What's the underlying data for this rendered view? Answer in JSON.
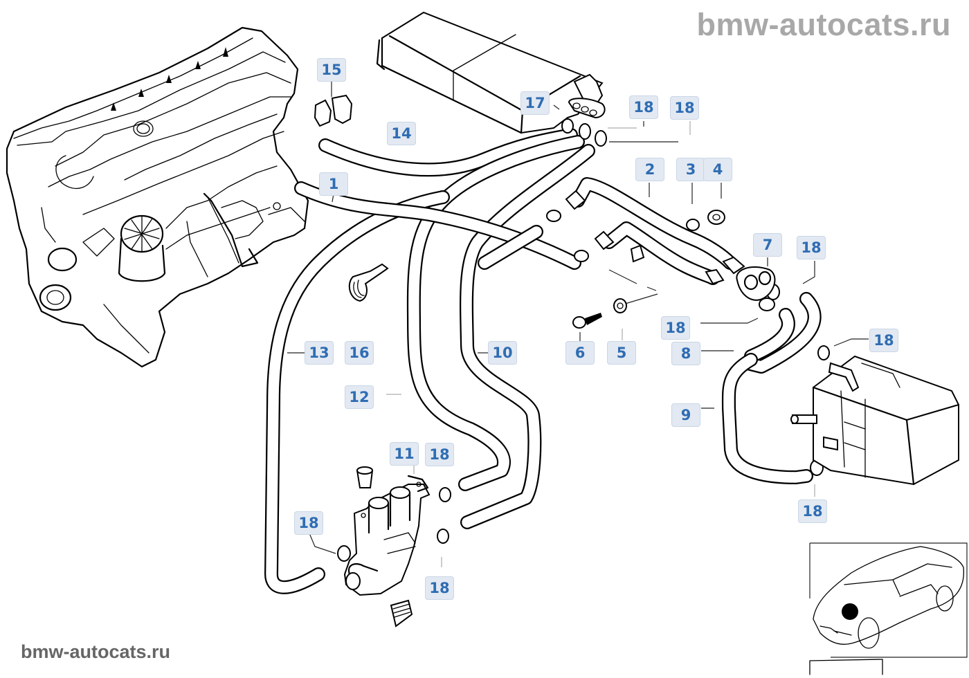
{
  "watermarks": {
    "top": "bmw-autocats.ru",
    "bottom": "bmw-autocats.ru"
  },
  "colors": {
    "callout_text": "#2f6db3",
    "callout_bg": "#e3e9f2",
    "callout_border": "#c9d6e6",
    "watermark_top": "#a8a8a8",
    "watermark_bottom": "#666666"
  },
  "diagram": {
    "subject": "heater hoses and water valve assembly",
    "components": [
      "engine",
      "heater-core",
      "auxiliary-water-pump",
      "water-valve",
      "hoses",
      "hose-clamps",
      "screws",
      "nuts",
      "car-locator-thumbnail"
    ]
  },
  "callouts": [
    {
      "id": "c1",
      "number": "1"
    },
    {
      "id": "c2",
      "number": "2"
    },
    {
      "id": "c3",
      "number": "3"
    },
    {
      "id": "c4",
      "number": "4"
    },
    {
      "id": "c5",
      "number": "5"
    },
    {
      "id": "c6",
      "number": "6"
    },
    {
      "id": "c7",
      "number": "7"
    },
    {
      "id": "c8",
      "number": "8"
    },
    {
      "id": "c9",
      "number": "9"
    },
    {
      "id": "c10",
      "number": "10"
    },
    {
      "id": "c11",
      "number": "11"
    },
    {
      "id": "c12",
      "number": "12"
    },
    {
      "id": "c13",
      "number": "13"
    },
    {
      "id": "c14",
      "number": "14"
    },
    {
      "id": "c15",
      "number": "15"
    },
    {
      "id": "c16",
      "number": "16"
    },
    {
      "id": "c17",
      "number": "17"
    },
    {
      "id": "c18a",
      "number": "18"
    },
    {
      "id": "c18b",
      "number": "18"
    },
    {
      "id": "c18c",
      "number": "18"
    },
    {
      "id": "c18d",
      "number": "18"
    },
    {
      "id": "c18e",
      "number": "18"
    },
    {
      "id": "c18f",
      "number": "18"
    },
    {
      "id": "c18g",
      "number": "18"
    },
    {
      "id": "c18h",
      "number": "18"
    },
    {
      "id": "c18i",
      "number": "18"
    }
  ]
}
